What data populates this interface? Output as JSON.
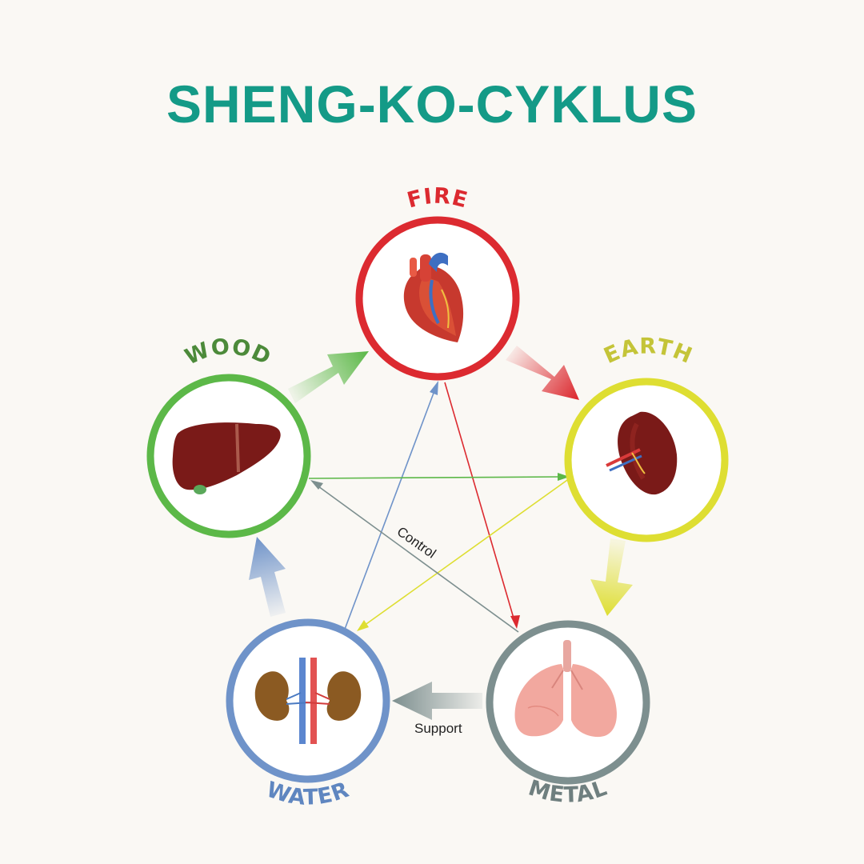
{
  "title": "SHENG-KO-CYKLUS",
  "elements": {
    "fire": {
      "label": "FIRE",
      "organ": "heart-icon"
    },
    "earth": {
      "label": "EARTH",
      "organ": "spleen-icon"
    },
    "metal": {
      "label": "METAL",
      "organ": "lungs-icon"
    },
    "water": {
      "label": "WATER",
      "organ": "kidneys-icon"
    },
    "wood": {
      "label": "WOOD",
      "organ": "liver-icon"
    }
  },
  "labels": {
    "control": "Control",
    "support": "Support"
  },
  "colors": {
    "title": "#149a87",
    "fire": "#dc2a30",
    "earth": "#dede32",
    "metal": "#7d8f8f",
    "water": "#6f93c9",
    "wood": "#5cb848",
    "organ_dark": "#7a1a18"
  }
}
